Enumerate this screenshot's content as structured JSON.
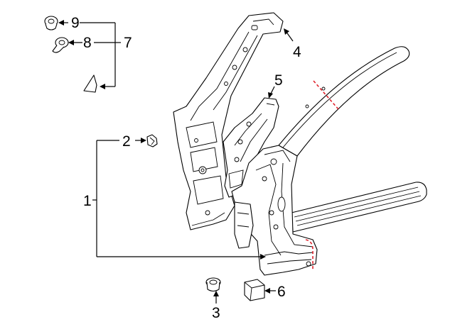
{
  "callouts": {
    "c1": "1",
    "c2": "2",
    "c3": "3",
    "c4": "4",
    "c5": "5",
    "c6": "6",
    "c7": "7",
    "c8": "8",
    "c9": "9"
  },
  "colors": {
    "line": "#000000",
    "cut_line": "#e0202a",
    "background": "#ffffff"
  }
}
